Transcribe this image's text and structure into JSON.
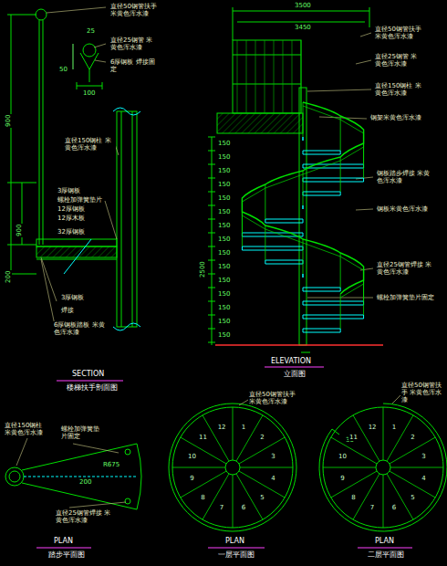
{
  "diagram": {
    "labels": [
      "直径50钢管扶手 米黄色浑水漆",
      "25",
      "直径25钢管 米黄色浑水漆",
      "6厚钢板 焊接固定",
      "50",
      "100",
      "900",
      "900",
      "200",
      "直径150钢柱 米黄色浑水漆",
      "3厚钢板",
      "螺栓加弹簧垫片",
      "12厚钢板",
      "12厚木板",
      "32厚钢板",
      "3厚钢板",
      "焊接",
      "6厚钢板踏板 米黄色浑水漆",
      "SECTION",
      "楼梯扶手剖面图",
      "3500",
      "3450",
      "直径50钢管扶手 米黄色浑水漆",
      "直径25钢管 米黄色浑水漆",
      "直径150钢柱 米黄色浑水漆",
      "钢架米黄色浑水漆",
      "钢板踏步焊接 米黄色浑水漆",
      "钢板米黄色浑水漆",
      "直径25钢管焊接 米黄色浑水漆",
      "螺栓加弹簧垫片固定",
      "2500",
      "150",
      "150",
      "150",
      "150",
      "150",
      "150",
      "150",
      "150",
      "150",
      "150",
      "150",
      "150",
      "150",
      "150",
      "150",
      "ELEVATION",
      "立面图",
      "直径150钢柱 米黄色浑水漆",
      "螺栓加弹簧垫片固定",
      "R675",
      "200",
      "直径25钢管焊接 米黄色浑水漆",
      "PLAN",
      "踏步平面图",
      "直径50钢管扶手 米黄色浑水漆",
      "1",
      "2",
      "3",
      "4",
      "5",
      "6",
      "7",
      "8",
      "9",
      "10",
      "11",
      "12",
      "PLAN",
      "一层平面图",
      "直径50钢管扶手 米黄色浑水漆",
      "30°",
      "1",
      "2",
      "3",
      "4",
      "5",
      "6",
      "7",
      "8",
      "9",
      "10",
      "11",
      "12",
      "PLAN",
      "二层平面图"
    ]
  }
}
